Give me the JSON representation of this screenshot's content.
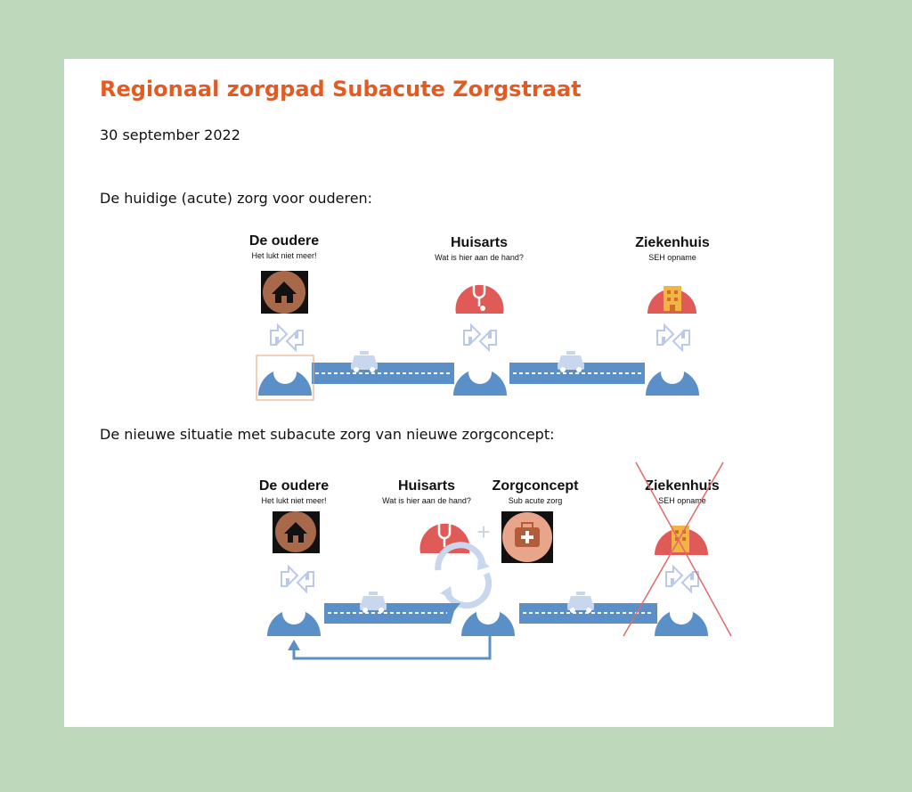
{
  "document": {
    "title": "Regionaal zorgpad Subacute Zorgstraat",
    "date": "30 september 2022"
  },
  "sections": [
    {
      "heading": "De huidige (acute) zorg voor ouderen:",
      "nodes": [
        {
          "title": "De oudere",
          "subtitle": "Het lukt niet meer!",
          "icon": "house-icon"
        },
        {
          "title": "Huisarts",
          "subtitle": "Wat is hier aan de hand?",
          "icon": "stethoscope-icon"
        },
        {
          "title": "Ziekenhuis",
          "subtitle": "SEH opname",
          "icon": "hospital-icon"
        }
      ]
    },
    {
      "heading": "De nieuwe situatie met subacute zorg van nieuwe zorgconcept:",
      "nodes": [
        {
          "title": "De oudere",
          "subtitle": "Het lukt niet meer!",
          "icon": "house-icon"
        },
        {
          "title": "Huisarts",
          "subtitle": "Wat is hier aan de hand?",
          "icon": "stethoscope-icon"
        },
        {
          "title": "Zorgconcept",
          "subtitle": "Sub acute zorg",
          "icon": "first-aid-kit-icon"
        },
        {
          "title": "Ziekenhuis",
          "subtitle": "SEH opname",
          "icon": "hospital-icon",
          "crossed_out": true
        }
      ]
    }
  ],
  "colors": {
    "title": "#e35b22",
    "road": "#5a8fc8",
    "arrow": "#c8d6ee",
    "cross": "#e06a6a",
    "house_bg": "#a8694a",
    "doctor_bg": "#e05a57",
    "kit_bg": "#e9a58a"
  }
}
